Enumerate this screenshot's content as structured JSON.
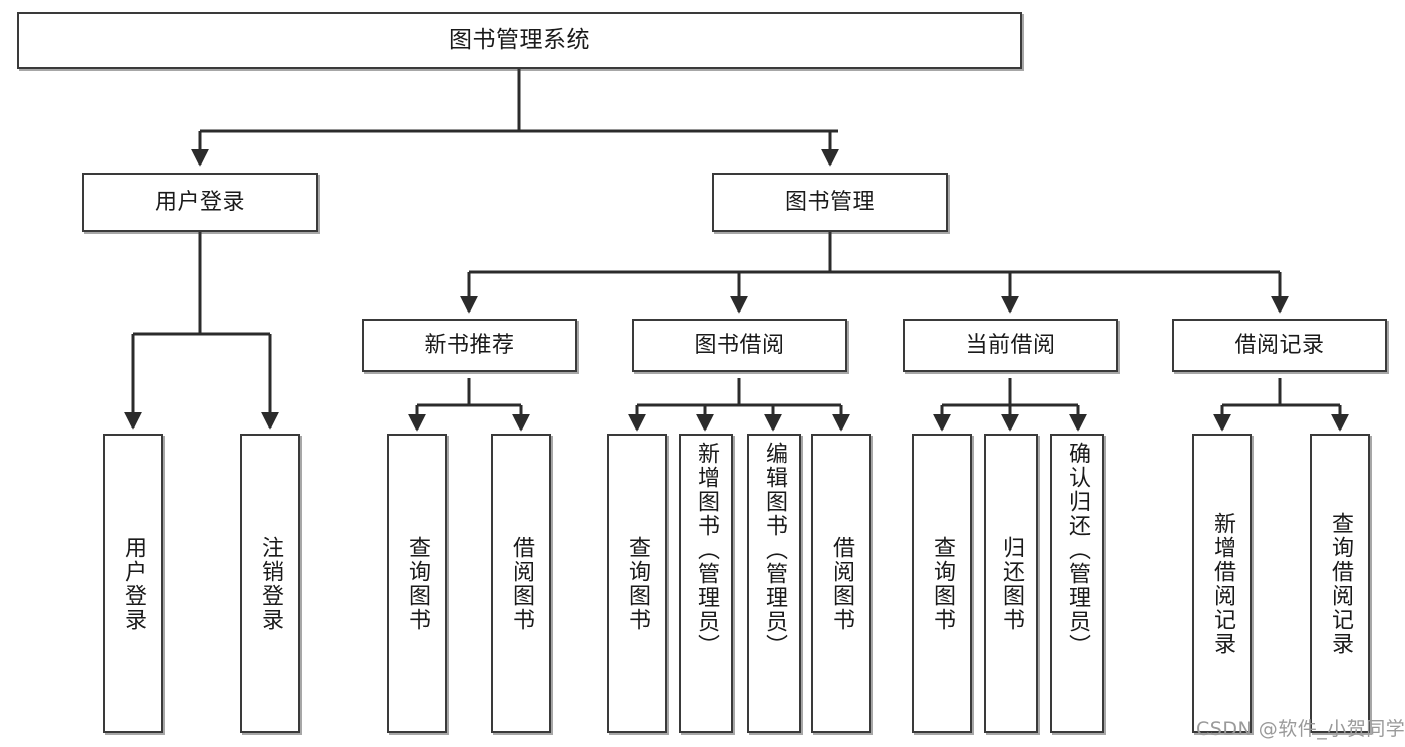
{
  "diagram": {
    "title": "图书管理系统",
    "type": "tree",
    "watermark": "CSDN @软件_小贺同学",
    "colors": {
      "background": "#ffffff",
      "node_border": "#3a3a3a",
      "node_fill": "#ffffff",
      "edge": "#2b2b2b",
      "text": "#1a1a1a",
      "watermark": "#9a9a9a"
    },
    "nodes": {
      "root": {
        "label": "图书管理系统"
      },
      "level2": [
        {
          "label": "用户登录"
        },
        {
          "label": "图书管理"
        }
      ],
      "level3": [
        {
          "label": "新书推荐"
        },
        {
          "label": "图书借阅"
        },
        {
          "label": "当前借阅"
        },
        {
          "label": "借阅记录"
        }
      ],
      "leaves": {
        "user_login": [
          {
            "label": "用户登录"
          },
          {
            "label": "注销登录"
          }
        ],
        "new_book": [
          {
            "label": "查询图书"
          },
          {
            "label": "借阅图书"
          }
        ],
        "book_borrow": [
          {
            "label": "查询图书"
          },
          {
            "label": "新增图书（管理员）"
          },
          {
            "label": "编辑图书（管理员）"
          },
          {
            "label": "借阅图书"
          }
        ],
        "current_borrow": [
          {
            "label": "查询图书"
          },
          {
            "label": "归还图书"
          },
          {
            "label": "确认归还（管理员）"
          }
        ],
        "borrow_record": [
          {
            "label": "新增借阅记录"
          },
          {
            "label": "查询借阅记录"
          }
        ]
      }
    }
  }
}
